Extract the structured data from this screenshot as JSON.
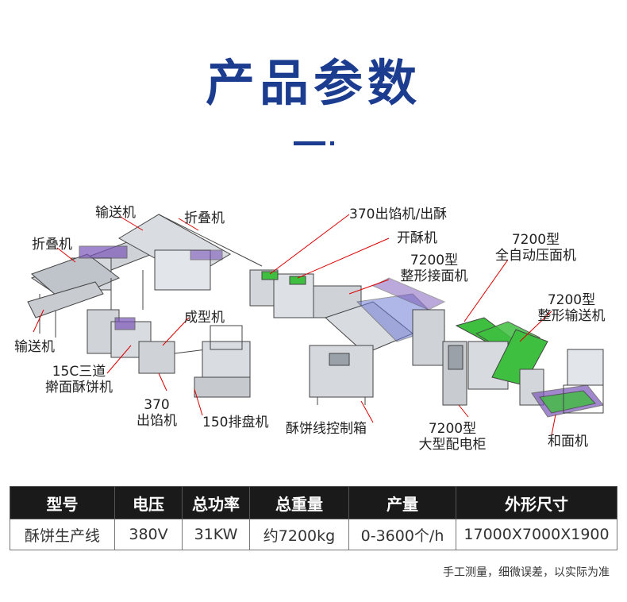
{
  "page_title": "产品参数",
  "callouts": [
    "输送机",
    "折叠机",
    "折叠机",
    "370出馅机/出酥",
    "开酥机",
    "7200型\n整形接面机",
    "7200型\n全自动压面机",
    "7200型\n整形输送机",
    "输送机",
    "成型机",
    "15C三道\n擀面酥饼机",
    "370\n出馅机",
    "150排盘机",
    "酥饼线控制箱",
    "7200型\n大型配电柜",
    "和面机"
  ],
  "spec_table": {
    "headers": [
      "型号",
      "电压",
      "总功率",
      "总重量",
      "产量",
      "外形尺寸"
    ],
    "row": [
      "酥饼生产线",
      "380V",
      "31KW",
      "约7200kg",
      "0-3600个/h",
      "17000X7000X1900"
    ]
  },
  "note": "手工测量，细微误差，以实际为准",
  "colors": {
    "title": "#1c3d8f",
    "header_bg": "#1a1a1a",
    "machine_green": "#3fbf3f",
    "machine_purple": "#7a55b8"
  }
}
